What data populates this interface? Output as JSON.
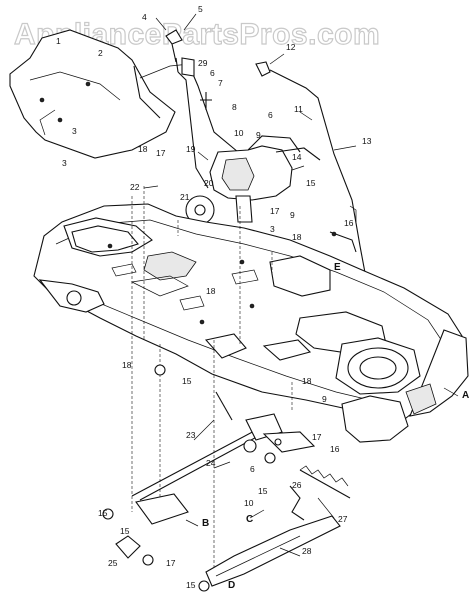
{
  "watermark": "AppliancePartsPros.com",
  "callouts": [
    "1",
    "2",
    "3",
    "4",
    "5",
    "6",
    "7",
    "8",
    "9",
    "10",
    "11",
    "12",
    "13",
    "14",
    "15",
    "16",
    "17",
    "18",
    "19",
    "20",
    "21",
    "22",
    "23",
    "24",
    "25",
    "26",
    "27",
    "28",
    "29"
  ],
  "letter_labels": [
    "A",
    "B",
    "C",
    "D",
    "E"
  ]
}
